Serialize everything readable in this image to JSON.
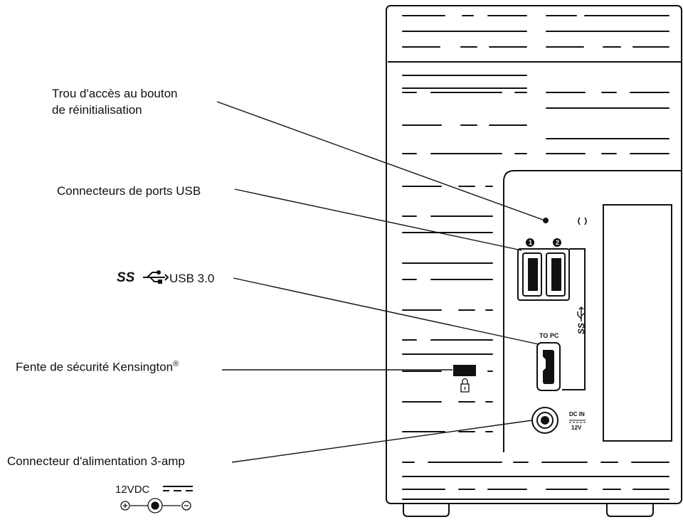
{
  "callouts": {
    "reset": [
      "Trou d'accès au bouton",
      "de réinitialisation"
    ],
    "usb_ports": "Connecteurs de ports USB",
    "usb3": "USB 3.0",
    "kensington": "Fente de sécurité Kensington",
    "kensington_mark": "®",
    "power": "Connecteur d'alimentation 3-amp"
  },
  "power_spec": {
    "voltage": "12VDC",
    "plus": "⊕",
    "minus": "⊖"
  },
  "device_labels": {
    "port1": "1",
    "port2": "2",
    "to_pc": "TO PC",
    "dc_in": "DC IN",
    "volt": "12V",
    "ss_logo": "SS"
  },
  "icons": [
    "usb-trident-icon",
    "lock-icon",
    "reset-pinhole-icon",
    "power-jack-icon",
    "polarity-icon"
  ]
}
